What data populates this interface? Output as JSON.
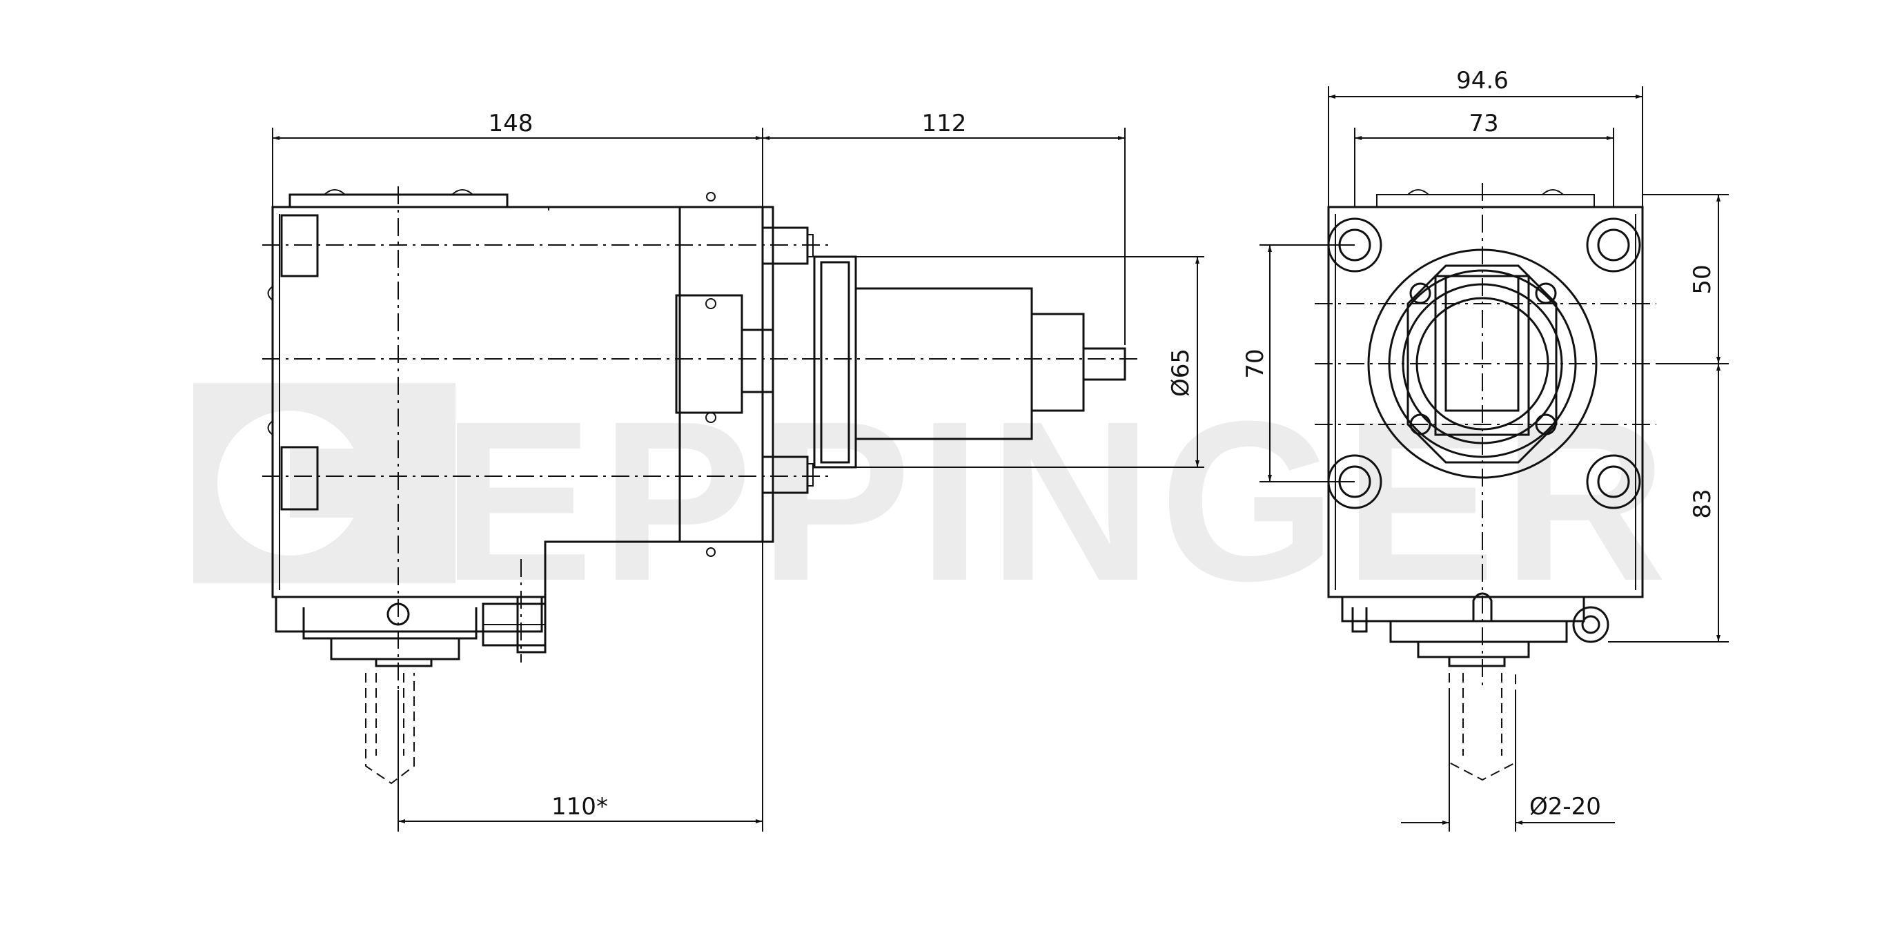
{
  "watermark": "EPPINGER",
  "dimensions": {
    "side_view": {
      "length_148": "148",
      "length_112": "112",
      "length_110": "110*",
      "diameter_65": "Ø65"
    },
    "front_view": {
      "width_94_6": "94.6",
      "width_73": "73",
      "height_70": "70",
      "height_50": "50",
      "height_83": "83",
      "diameter_range": "Ø2-20"
    }
  }
}
